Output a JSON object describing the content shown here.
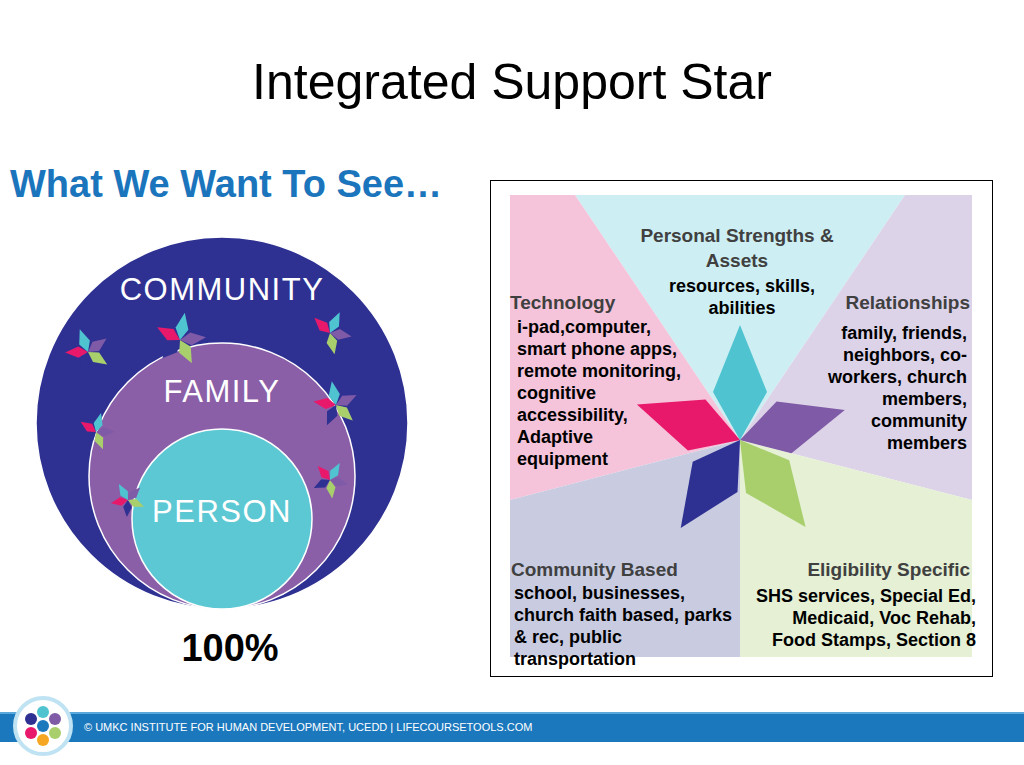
{
  "diagram": {
    "title": "Integrated Support Star",
    "nodes": [
      {
        "text": [
          "COMMUNITY"
        ]
      },
      {
        "text": [
          "FAMILY"
        ],
        "in": 0
      },
      {
        "text": [
          "PERSON"
        ],
        "in": 1
      },
      {
        "text": [
          "Personal Strengths & Assets",
          "resources, skills, abilities"
        ]
      },
      {
        "text": [
          "Technology",
          "i-pad,computer, smart phone apps, remote monitoring, cognitive accessibility, Adaptive equipment"
        ]
      },
      {
        "text": [
          "Relationships",
          "family, friends, neighbors, co-workers, church members, community members"
        ]
      },
      {
        "text": [
          "Community Based",
          "school, businesses, church faith based, parks & rec, public transportation"
        ]
      },
      {
        "text": [
          "Eligibility Specific",
          "SHS services, Special Ed, Medicaid, Voc Rehab, Food Stamps, Section 8"
        ]
      }
    ],
    "labels": [
      "What We Want To See…",
      "100%",
      "© UMKC INSTITUTE FOR HUMAN DEVELOPMENT, UCEDD | LIFECOURSETOOLS.COM"
    ]
  }
}
